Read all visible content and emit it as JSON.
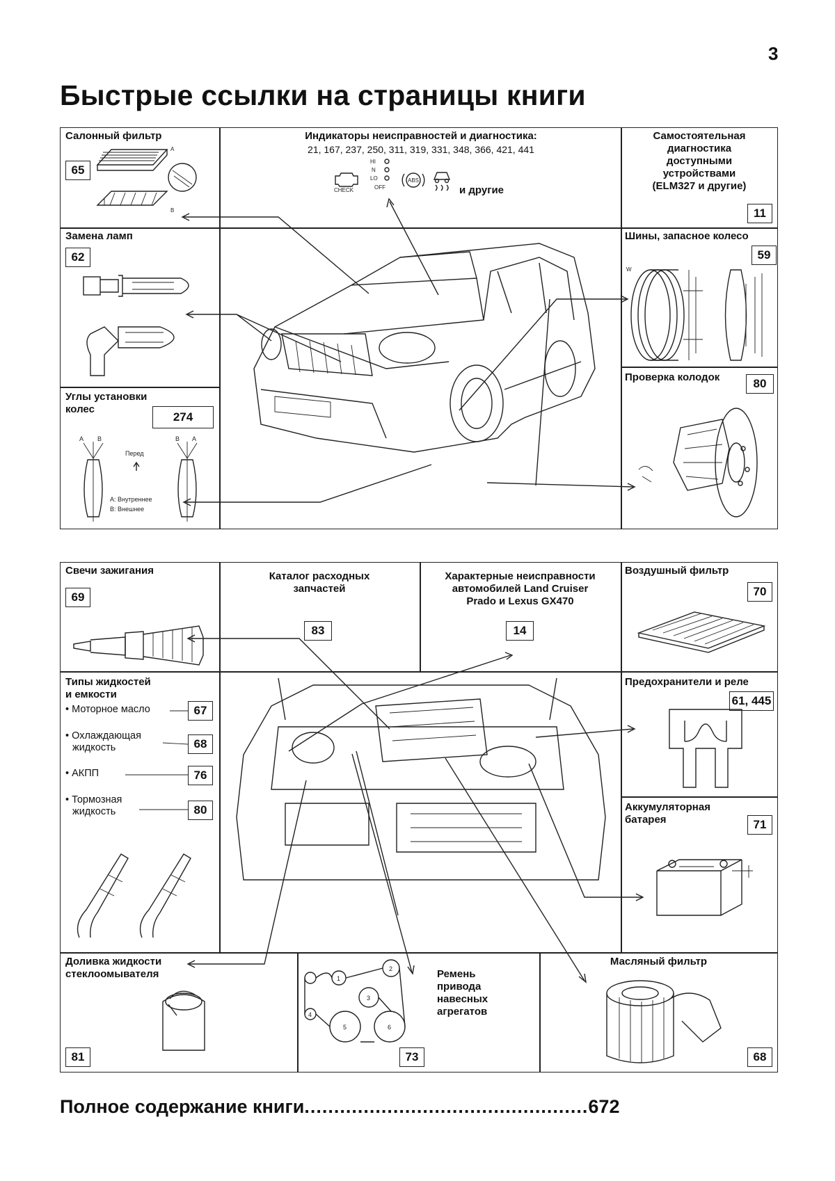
{
  "page_number": "3",
  "title": "Быстрые ссылки на страницы книги",
  "top_section": {
    "cabin_filter": {
      "label": "Салонный фильтр",
      "page": "65"
    },
    "indicators": {
      "label": "Индикаторы неисправностей и диагностика:",
      "pages": "21, 167, 237, 250, 311, 319, 331, 348, 366, 421, 441",
      "icons": [
        "check-engine-icon",
        "transfer-indicator-icon",
        "abs-icon",
        "skid-control-icon"
      ],
      "icon_texts": {
        "check": "CHECK",
        "abs": "ABS",
        "hi": "HI",
        "n": "N",
        "lo": "LO",
        "off": "OFF"
      },
      "others": "и другие"
    },
    "self_diagnostics": {
      "label_lines": [
        "Самостоятельная",
        "диагностика",
        "доступными",
        "устройствами",
        "(ELM327 и другие)"
      ],
      "page": "11"
    },
    "lamp_replacement": {
      "label": "Замена ламп",
      "page": "62"
    },
    "tires": {
      "label": "Шины, запасное колесо",
      "page": "59"
    },
    "wheel_alignment": {
      "label_lines": [
        "Углы установки",
        "колес"
      ],
      "page": "274",
      "diagram": {
        "a": "A",
        "b": "B",
        "front": "Перед",
        "inner": "A: Внутреннее",
        "outer": "B: Внешнее"
      }
    },
    "brake_pads": {
      "label": "Проверка колодок",
      "page": "80"
    }
  },
  "bottom_section": {
    "spark_plugs": {
      "label": "Свечи зажигания",
      "page": "69"
    },
    "parts_catalog": {
      "label_lines": [
        "Каталог расходных",
        "запчастей"
      ],
      "page": "83"
    },
    "typical_faults": {
      "label_lines": [
        "Характерные неисправности",
        "автомобилей Land Cruiser",
        "Prado и Lexus GX470"
      ],
      "page": "14"
    },
    "air_filter": {
      "label": "Воздушный фильтр",
      "page": "70"
    },
    "fluids": {
      "label_lines": [
        "Типы жидкостей",
        "и емкости"
      ],
      "items": [
        {
          "label_lines": [
            "• Моторное масло"
          ],
          "page": "67"
        },
        {
          "label_lines": [
            "• Охлаждающая",
            "  жидкость"
          ],
          "page": "68"
        },
        {
          "label_lines": [
            "• АКПП"
          ],
          "page": "76"
        },
        {
          "label_lines": [
            "• Тормозная",
            "  жидкость"
          ],
          "page": "80"
        }
      ]
    },
    "fuses_relays": {
      "label": "Предохранители и реле",
      "page": "61, 445"
    },
    "battery": {
      "label_lines": [
        "Аккумуляторная",
        "батарея"
      ],
      "page": "71"
    },
    "washer_fluid": {
      "label_lines": [
        "Доливка жидкости",
        "стеклоомывателя"
      ],
      "page": "81"
    },
    "drive_belt": {
      "label_lines": [
        "Ремень",
        "привода",
        "навесных",
        "агрегатов"
      ],
      "page": "73",
      "pulleys": [
        "1",
        "2",
        "3",
        "4",
        "5",
        "6"
      ]
    },
    "oil_filter": {
      "label": "Масляный фильтр",
      "page": "68"
    }
  },
  "full_contents": {
    "label": "Полное содержание книги",
    "dots": "................................................",
    "page": "672"
  }
}
